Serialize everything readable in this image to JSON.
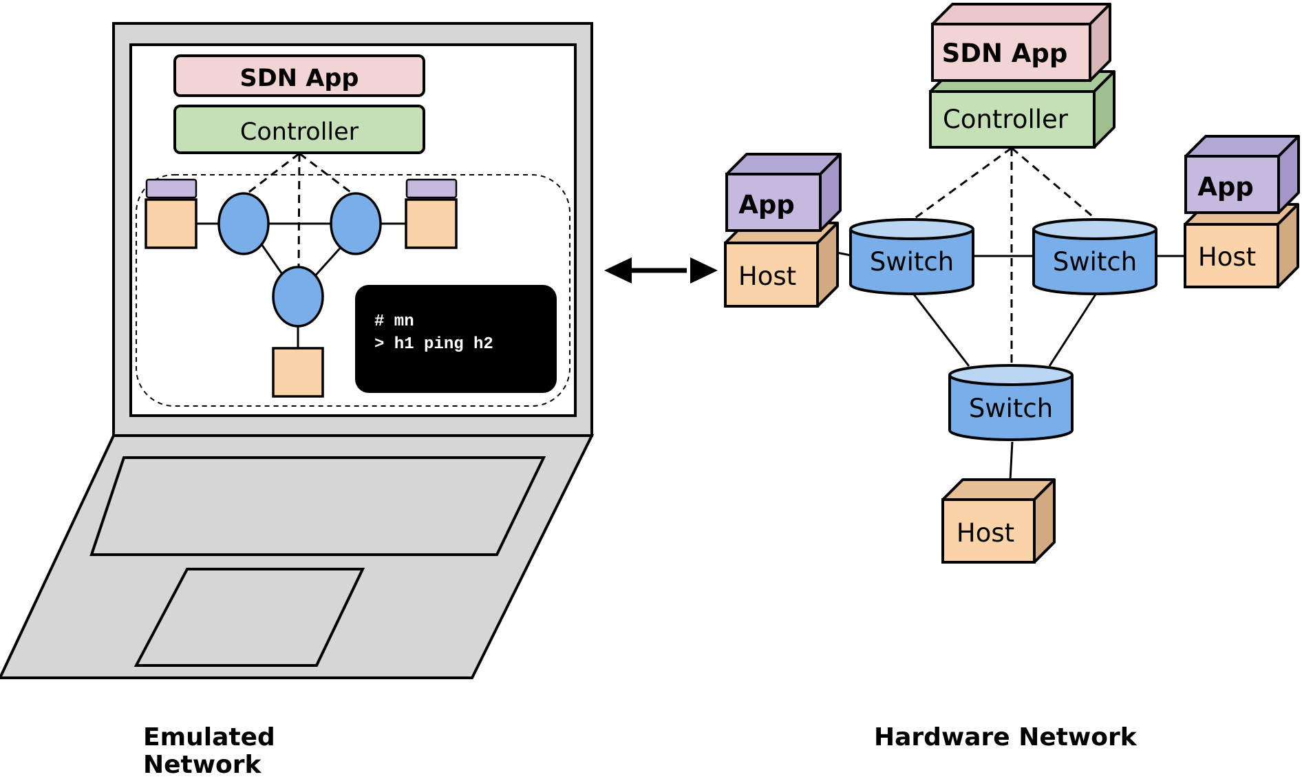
{
  "emulated": {
    "sdn_app_label": "SDN App",
    "controller_label": "Controller",
    "terminal_line1": "# mn",
    "terminal_line2": "> h1 ping h2",
    "caption_line1": "Emulated",
    "caption_line2": "Network"
  },
  "hardware": {
    "sdn_app_label": "SDN App",
    "controller_label": "Controller",
    "app_left_label": "App",
    "host_left_label": "Host",
    "app_right_label": "App",
    "host_right_label": "Host",
    "host_bottom_label": "Host",
    "switch_left_label": "Switch",
    "switch_right_label": "Switch",
    "switch_bottom_label": "Switch",
    "caption": "Hardware Network"
  },
  "colors": {
    "sdn_app": "#f2d4d4",
    "controller": "#c5e0b7",
    "app": "#c5b9e0",
    "host": "#fad3a8",
    "switch": "#7aaee8",
    "switch_top": "#b9d6f2",
    "laptop": "#d6d6d6",
    "terminal": "#000000"
  }
}
